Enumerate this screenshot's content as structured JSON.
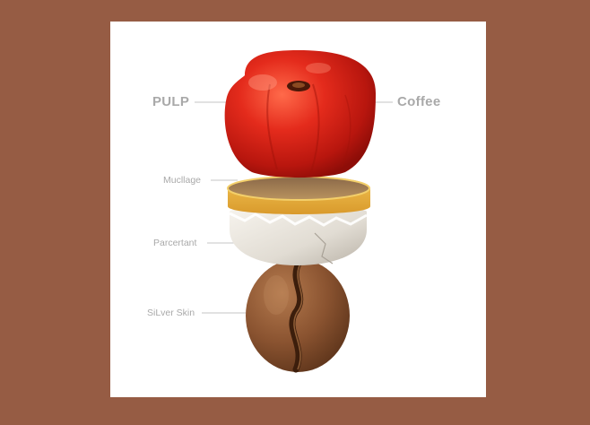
{
  "diagram": {
    "labels": {
      "pulp": "PULP",
      "coffee": "Coffee",
      "mucilage": "Mucllage",
      "parchment": "Parcertant",
      "silver_skin": "SiLver Skin"
    },
    "layers": [
      {
        "name": "pulp",
        "color": "#d8261a"
      },
      {
        "name": "mucilage",
        "color": "#e9b84a"
      },
      {
        "name": "parchment",
        "color": "#e6e2dc"
      },
      {
        "name": "bean",
        "color": "#8c5530"
      }
    ],
    "colors": {
      "background": "#965c44",
      "card": "#ffffff",
      "label_text": "#a9a9a9",
      "leader_line": "#c4c4c4"
    }
  }
}
